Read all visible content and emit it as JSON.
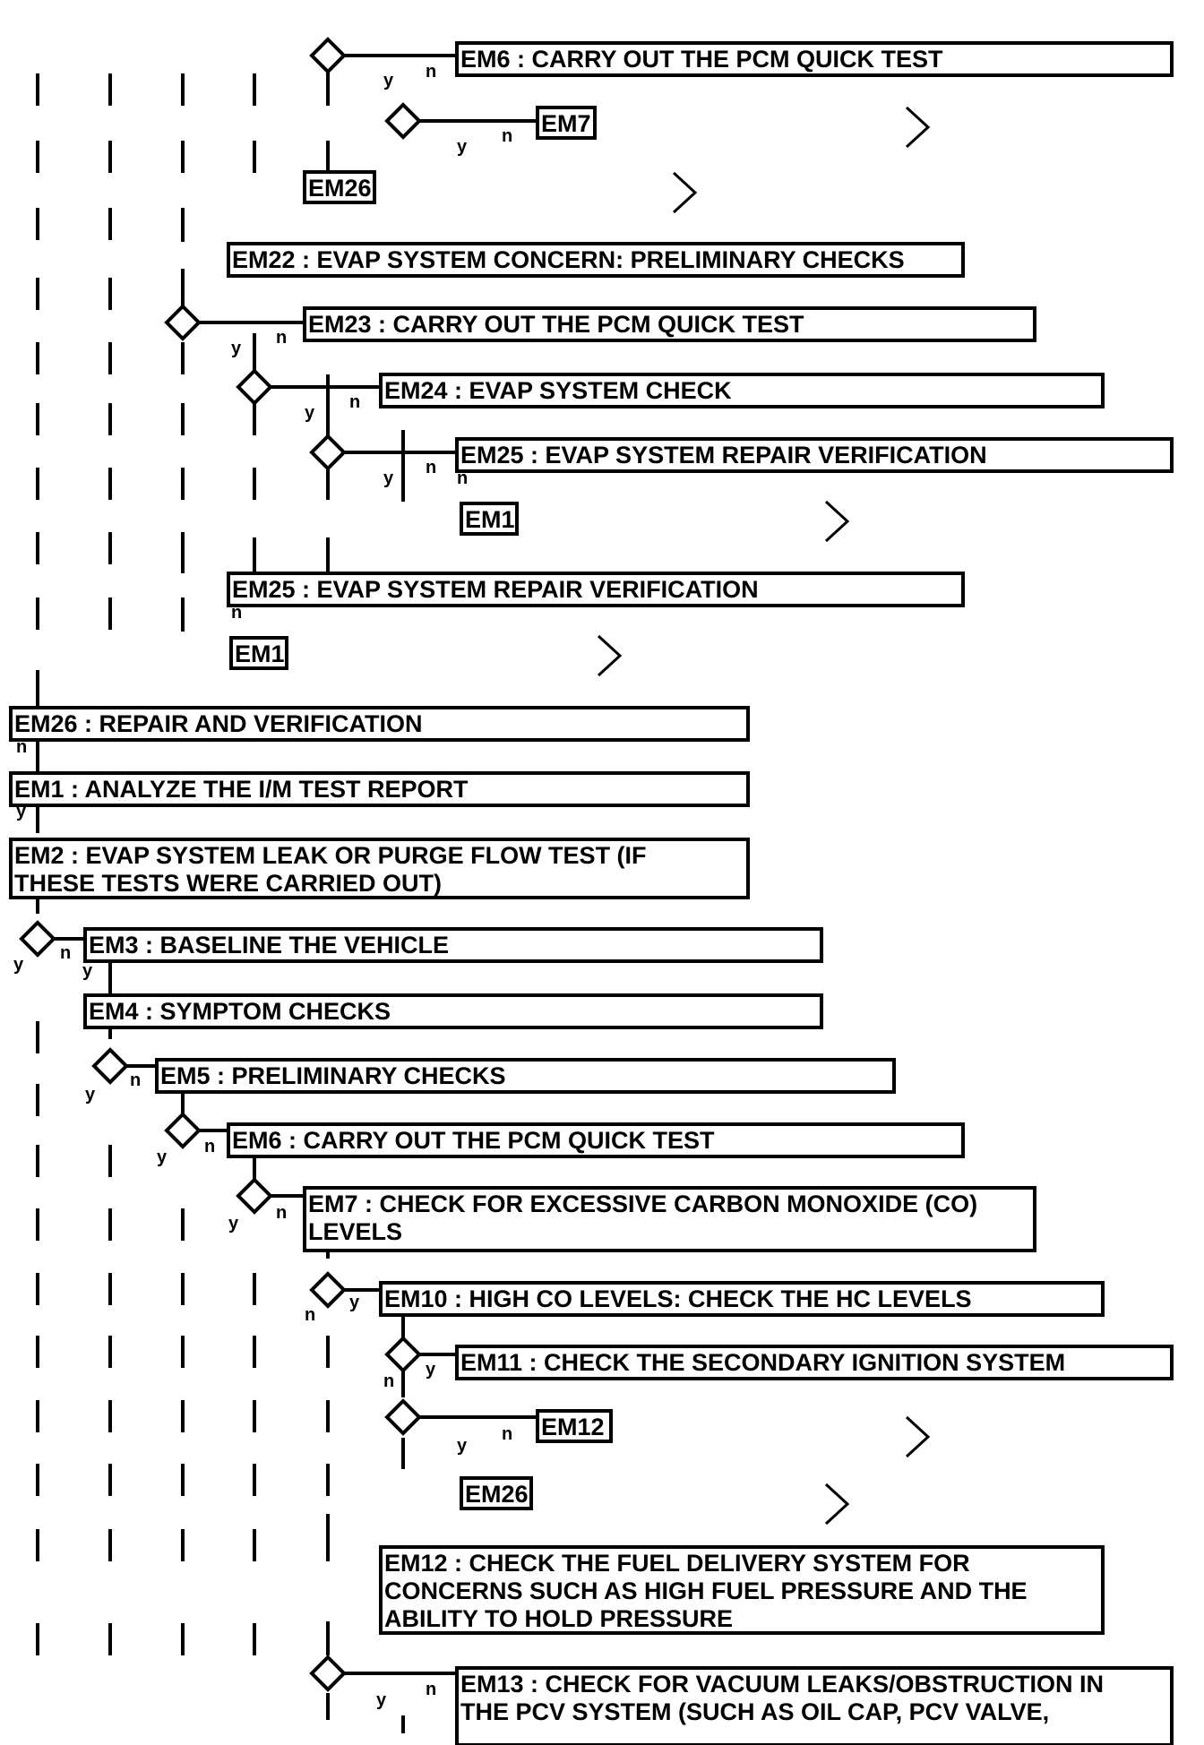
{
  "diagram": {
    "steps": [
      {
        "label": "EM6 : CARRY OUT THE PCM QUICK TEST"
      },
      {
        "label": "EM7"
      },
      {
        "label": "EM26"
      },
      {
        "label": "EM22 : EVAP SYSTEM CONCERN: PRELIMINARY CHECKS"
      },
      {
        "label": "EM23 : CARRY OUT THE PCM QUICK TEST"
      },
      {
        "label": "EM24 : EVAP SYSTEM CHECK"
      },
      {
        "label": "EM25 : EVAP SYSTEM REPAIR VERIFICATION"
      },
      {
        "label": "EM1"
      },
      {
        "label": "EM25 : EVAP SYSTEM REPAIR VERIFICATION"
      },
      {
        "label": "EM1"
      },
      {
        "label": "EM26 : REPAIR AND VERIFICATION"
      },
      {
        "label": "EM1 : ANALYZE THE I/M TEST REPORT"
      },
      {
        "label": "EM2 : EVAP SYSTEM LEAK OR PURGE FLOW TEST (IF",
        "label2": "THESE TESTS WERE CARRIED OUT)"
      },
      {
        "label": "EM3 : BASELINE THE VEHICLE"
      },
      {
        "label": "EM4 : SYMPTOM CHECKS"
      },
      {
        "label": "EM5 : PRELIMINARY CHECKS"
      },
      {
        "label": "EM6 : CARRY OUT THE PCM QUICK TEST"
      },
      {
        "label": "EM7 : CHECK FOR EXCESSIVE CARBON MONOXIDE (CO)",
        "label2": "LEVELS"
      },
      {
        "label": "EM10 : HIGH CO LEVELS: CHECK THE HC LEVELS"
      },
      {
        "label": "EM11 : CHECK THE SECONDARY IGNITION SYSTEM"
      },
      {
        "label": "EM12"
      },
      {
        "label": "EM26"
      },
      {
        "label": "EM12 : CHECK THE FUEL DELIVERY SYSTEM FOR",
        "label2": "CONCERNS SUCH AS HIGH FUEL PRESSURE AND THE",
        "label3": "ABILITY TO HOLD PRESSURE"
      },
      {
        "label": "EM13 : CHECK FOR VACUUM LEAKS/OBSTRUCTION IN",
        "label2": "THE PCV SYSTEM (SUCH AS OIL CAP, PCV VALVE,"
      }
    ],
    "yes": "y",
    "no": "n"
  }
}
